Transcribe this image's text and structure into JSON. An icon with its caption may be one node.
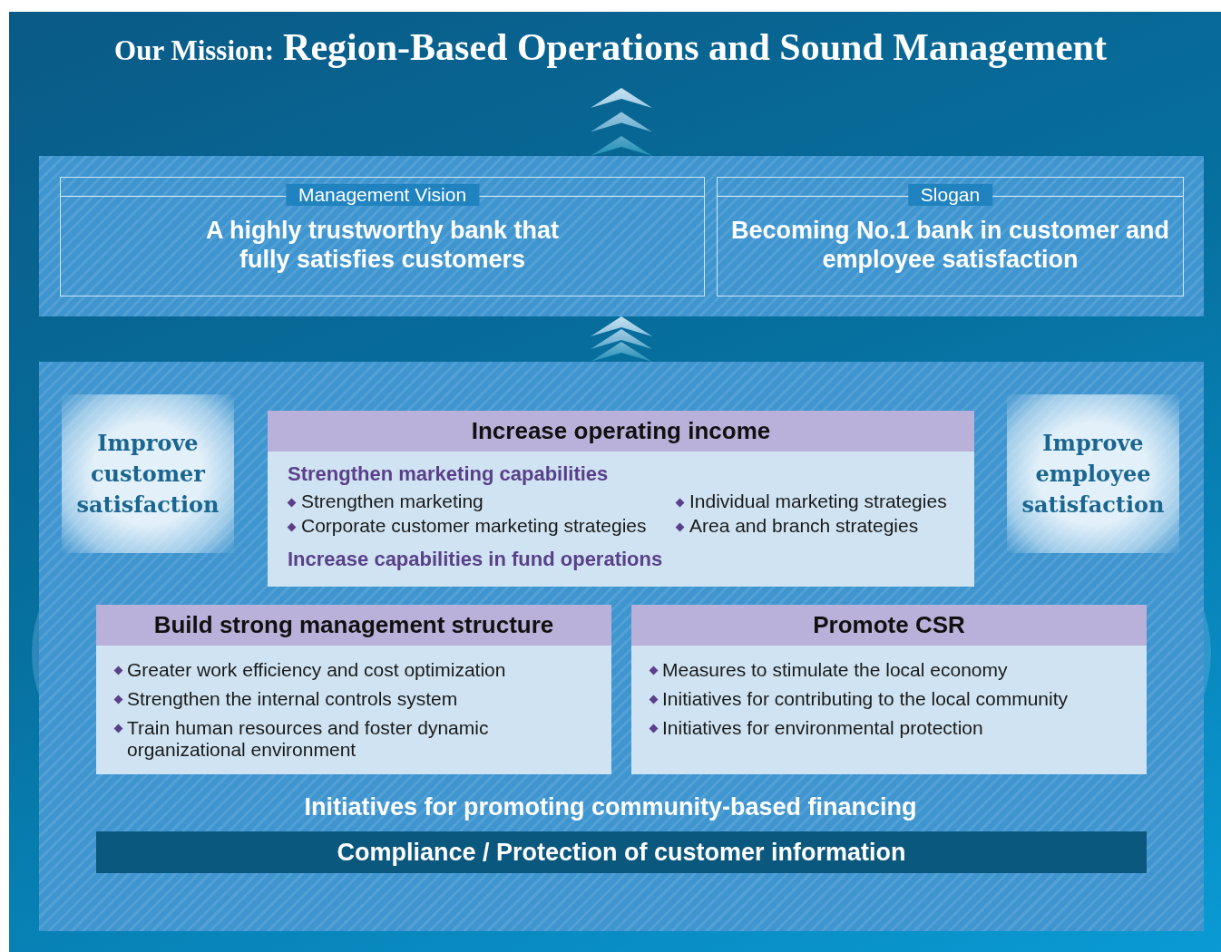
{
  "diagram": {
    "title": "Region-Based Operations and Sound Management",
    "nodes": [
      {
        "text": [],
        "shape": "box"
      },
      {
        "text": [
          "Management Vision",
          "A highly trustworthy bank that fully satisfies customers"
        ],
        "in": 0
      },
      {
        "text": [
          "Slogan",
          "Becoming No.1 bank in customer and employee satisfaction"
        ],
        "in": 0
      },
      {
        "text": [],
        "shape": "box"
      },
      {
        "text": [
          "Improve customer satisfaction"
        ],
        "in": 3
      },
      {
        "text": [
          "Increase operating income",
          "Strengthen marketing capabilities",
          "Strengthen marketing",
          "Individual marketing strategies",
          "Corporate customer marketing strategies",
          "Area and branch strategies",
          "Increase capabilities in fund operations"
        ],
        "in": 3
      },
      {
        "text": [
          "Improve employee satisfaction"
        ],
        "in": 3
      },
      {
        "text": [
          "Build strong management structure",
          "Greater work efficiency and cost optimization",
          "Strengthen the internal controls system",
          "Train human resources and foster dynamic organizational environment"
        ],
        "in": 3
      },
      {
        "text": [
          "Promote CSR",
          "Measures to stimulate the local economy",
          "Initiatives for contributing to the local community",
          "Initiatives for environmental protection"
        ],
        "in": 3
      },
      {
        "text": [
          "Compliance / Protection of customer information"
        ],
        "in": 3
      }
    ],
    "edges": [
      {
        "from": 3,
        "to": 0,
        "arrow": "to"
      },
      {
        "from": 0,
        "to": null,
        "arrow": "to"
      }
    ],
    "labels": [
      "Our Mission:",
      "Initiatives for promoting community-based financing"
    ]
  }
}
